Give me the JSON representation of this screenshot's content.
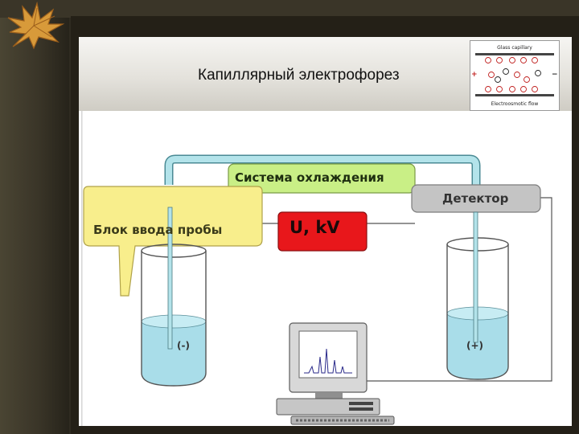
{
  "slide": {
    "title": "Капиллярный электрофорез"
  },
  "inset": {
    "top_label": "Glass capillary",
    "bottom_label": "Electroosmotic flow",
    "plus_sign": "+",
    "minus_sign": "−"
  },
  "diagram": {
    "cooling_system": "Система охлаждения",
    "sample_input": "Блок ввода пробы",
    "detector": "Детектор",
    "voltage": "U,  kV",
    "cathode_label": "(-)",
    "anode_label": "(+)"
  },
  "colors": {
    "cooling_box": "#c9ef86",
    "sample_box": "#f8ee8c",
    "detector_box": "#c4c4c4",
    "voltage_box": "#e8171b",
    "liquid": "#a9dde9",
    "pipe": "#b3e3ea"
  }
}
